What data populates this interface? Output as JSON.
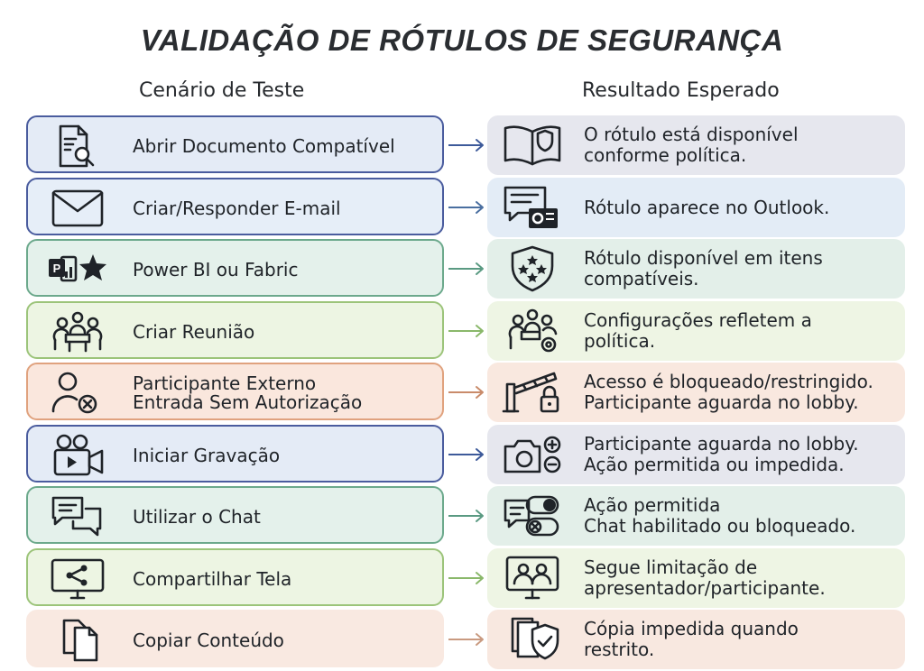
{
  "title": "VALIDAÇÃO DE RÓTULOS DE SEGURANÇA",
  "headers": {
    "left": "Cenário de Teste",
    "right": "Resultado Esperado"
  },
  "colors": {
    "blue": {
      "left_bg": "#e4ebf6",
      "border": "#4a5c9e",
      "right_bg": "#e6e7ee",
      "arrow": "#3d5a9a"
    },
    "lightblue": {
      "left_bg": "#e6eef8",
      "border": "#4a5c9e",
      "right_bg": "#e3ecf6",
      "arrow": "#4a6fa0"
    },
    "teal": {
      "left_bg": "#e4f1eb",
      "border": "#6ca98c",
      "right_bg": "#e3efe9",
      "arrow": "#5a9a82"
    },
    "green": {
      "left_bg": "#edf5e3",
      "border": "#9cc47a",
      "right_bg": "#eef5e4",
      "arrow": "#8ab86a"
    },
    "orange": {
      "left_bg": "#fae7dd",
      "border": "#e0a27e",
      "right_bg": "#f9e8df",
      "arrow": "#c98b6a"
    },
    "peach": {
      "left_bg": "#f9e9e1",
      "border": "#f9e9e1",
      "right_bg": "#f8e8e0",
      "arrow": "#c99a80"
    }
  },
  "rows": [
    {
      "scenario": [
        "Abrir Documento Compatível"
      ],
      "result": [
        "O rótulo está disponível",
        "conforme política."
      ],
      "scenario_icon": "document-search-icon",
      "result_icon": "book-shield-icon",
      "theme": "blue"
    },
    {
      "scenario": [
        "Criar/Responder E-mail"
      ],
      "result": [
        "Rótulo aparece no Outlook."
      ],
      "scenario_icon": "envelope-icon",
      "result_icon": "outlook-message-icon",
      "theme": "lightblue"
    },
    {
      "scenario": [
        "Power BI ou Fabric"
      ],
      "result": [
        "Rótulo disponível em itens",
        "compatíveis."
      ],
      "scenario_icon": "powerbi-fabric-icon",
      "result_icon": "shield-stars-icon",
      "theme": "teal"
    },
    {
      "scenario": [
        "Criar Reunião"
      ],
      "result": [
        "Configurações refletem a",
        "política."
      ],
      "scenario_icon": "meeting-icon",
      "result_icon": "meeting-settings-icon",
      "theme": "green"
    },
    {
      "scenario": [
        "Participante Externo",
        "Entrada Sem Autorização"
      ],
      "result": [
        "Acesso é bloqueado/restringido.",
        "Participante aguarda no lobby."
      ],
      "scenario_icon": "user-blocked-icon",
      "result_icon": "barrier-lock-icon",
      "theme": "orange"
    },
    {
      "scenario": [
        "Iniciar Gravação"
      ],
      "result": [
        "Participante aguarda no lobby.",
        "Ação permitida ou impedida."
      ],
      "scenario_icon": "video-camera-icon",
      "result_icon": "camera-plus-minus-icon",
      "theme": "blue"
    },
    {
      "scenario": [
        "Utilizar o Chat"
      ],
      "result": [
        "Ação permitida",
        "Chat habilitado ou bloqueado."
      ],
      "scenario_icon": "chat-bubbles-icon",
      "result_icon": "chat-toggle-icon",
      "theme": "teal"
    },
    {
      "scenario": [
        "Compartilhar Tela"
      ],
      "result": [
        "Segue limitação de",
        "apresentador/participante."
      ],
      "scenario_icon": "screen-share-icon",
      "result_icon": "presenter-screen-icon",
      "theme": "green"
    },
    {
      "scenario": [
        "Copiar Conteúdo"
      ],
      "result": [
        "Cópia impedida quando",
        "restrito."
      ],
      "scenario_icon": "copy-documents-icon",
      "result_icon": "documents-shield-icon",
      "theme": "peach"
    }
  ]
}
